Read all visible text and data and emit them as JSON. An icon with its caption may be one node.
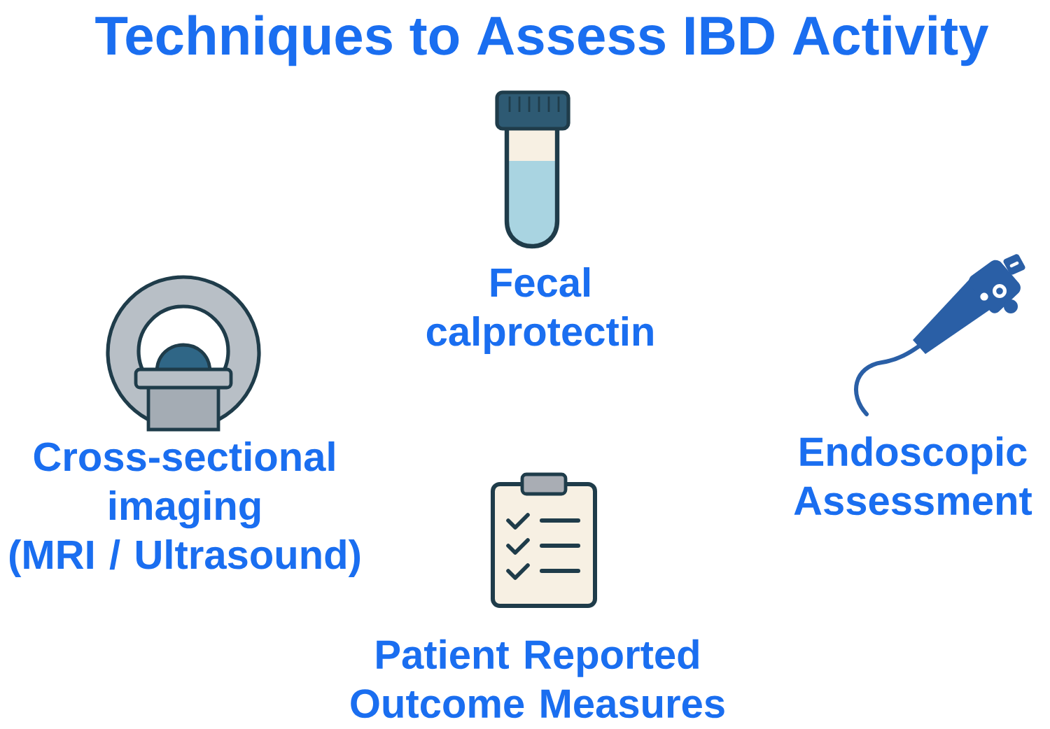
{
  "diagram": {
    "title": "Techniques to Assess IBD Activity",
    "labels": [
      "Fecal calprotectin",
      "Cross-sectional imaging (MRI / Ultrasound)",
      "Endoscopic Assessment",
      "Patient Reported Outcome Measures"
    ]
  }
}
